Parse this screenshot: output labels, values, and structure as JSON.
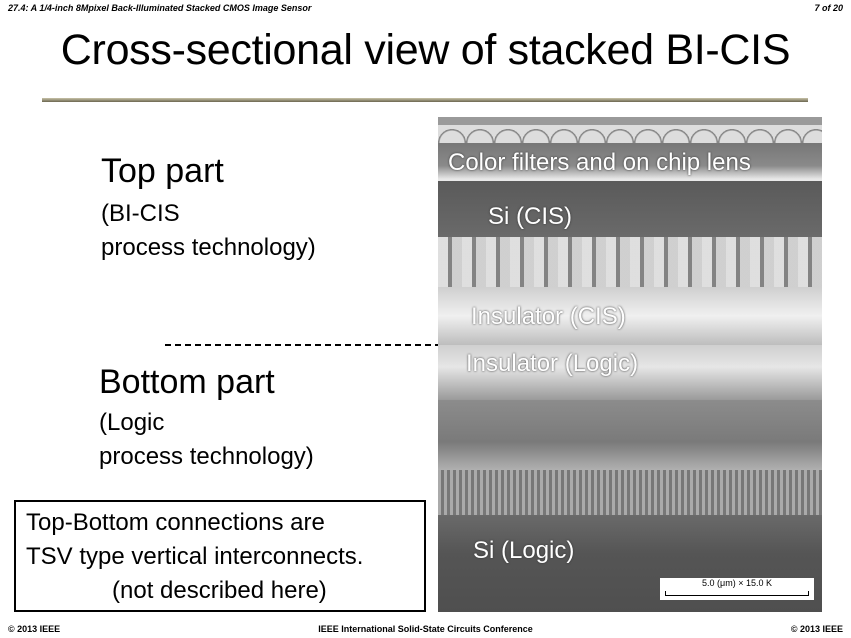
{
  "header": {
    "left": "27.4: A 1/4-inch 8Mpixel Back-Illuminated Stacked CMOS Image Sensor",
    "page": "7 of 20"
  },
  "title": "Cross-sectional view of stacked BI-CIS",
  "top_part": {
    "heading": "Top part",
    "line1": "(BI-CIS",
    "line2": "process technology)"
  },
  "bottom_part": {
    "heading": "Bottom part",
    "line1": "(Logic",
    "line2": "process technology)"
  },
  "note": {
    "line1": "Top-Bottom connections are",
    "line2": "TSV type vertical interconnects.",
    "line3": "(not described here)"
  },
  "sem_image": {
    "labels": {
      "color_filters": "Color filters and on chip lens",
      "si_cis": "Si (CIS)",
      "insulator_cis": "Insulator (CIS)",
      "insulator_logic": "Insulator (Logic)",
      "si_logic": "Si (Logic)"
    },
    "scale_bar": "5.0 (μm) × 15.0 K"
  },
  "footer": {
    "left": "© 2013 IEEE",
    "center": "IEEE International Solid-State Circuits Conference",
    "right": "© 2013 IEEE"
  }
}
